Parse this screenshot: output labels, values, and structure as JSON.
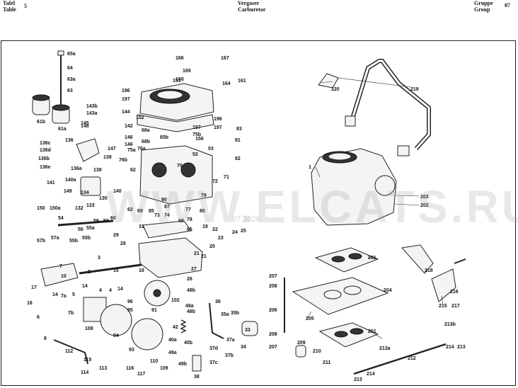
{
  "header": {
    "left_line1": "Tafel",
    "left_line2": "Table",
    "left_number": "5",
    "center_line1": "Vergaser",
    "center_line2": "Carburetor",
    "right_line1": "Gruppe",
    "right_line2": "Group",
    "right_number": "07"
  },
  "watermark": {
    "text": "WWW.ELCATS.RU",
    "date": "07.2026"
  },
  "callouts": [
    {
      "id": "65a",
      "text": "65a"
    },
    {
      "id": "64",
      "text": "64"
    },
    {
      "id": "63a",
      "text": "63a"
    },
    {
      "id": "63",
      "text": "63"
    },
    {
      "id": "61b",
      "text": "61b"
    },
    {
      "id": "61a",
      "text": "61a"
    },
    {
      "id": "143b",
      "text": "143b"
    },
    {
      "id": "143a",
      "text": "143a"
    },
    {
      "id": "144",
      "text": "144"
    },
    {
      "id": "145",
      "text": "145"
    },
    {
      "id": "148",
      "text": "148"
    },
    {
      "id": "142",
      "text": "142"
    },
    {
      "id": "196a",
      "text": "196"
    },
    {
      "id": "197a",
      "text": "197"
    },
    {
      "id": "151",
      "text": "151"
    },
    {
      "id": "152",
      "text": "152"
    },
    {
      "id": "166",
      "text": "166"
    },
    {
      "id": "167",
      "text": "167"
    },
    {
      "id": "169",
      "text": "169"
    },
    {
      "id": "168",
      "text": "168"
    },
    {
      "id": "164",
      "text": "164"
    },
    {
      "id": "161",
      "text": "161"
    },
    {
      "id": "196b",
      "text": "196"
    },
    {
      "id": "197b",
      "text": "197"
    },
    {
      "id": "157",
      "text": "157"
    },
    {
      "id": "83",
      "text": "83"
    },
    {
      "id": "68a",
      "text": "68a"
    },
    {
      "id": "65b",
      "text": "65b"
    },
    {
      "id": "75b",
      "text": "75b"
    },
    {
      "id": "156",
      "text": "156"
    },
    {
      "id": "81",
      "text": "81"
    },
    {
      "id": "68b",
      "text": "68b"
    },
    {
      "id": "76a",
      "text": "76a"
    },
    {
      "id": "53",
      "text": "53"
    },
    {
      "id": "82",
      "text": "82"
    },
    {
      "id": "146a",
      "text": "146"
    },
    {
      "id": "146b",
      "text": "146"
    },
    {
      "id": "75a",
      "text": "75a"
    },
    {
      "id": "147",
      "text": "147"
    },
    {
      "id": "136c",
      "text": "136c"
    },
    {
      "id": "136d",
      "text": "136d"
    },
    {
      "id": "136b",
      "text": "136b"
    },
    {
      "id": "136",
      "text": "136"
    },
    {
      "id": "136e",
      "text": "136e"
    },
    {
      "id": "136a",
      "text": "136a"
    },
    {
      "id": "138",
      "text": "138"
    },
    {
      "id": "139",
      "text": "139"
    },
    {
      "id": "76b",
      "text": "76b"
    },
    {
      "id": "52",
      "text": "52"
    },
    {
      "id": "70",
      "text": "70"
    },
    {
      "id": "62a",
      "text": "62"
    },
    {
      "id": "71",
      "text": "71"
    },
    {
      "id": "72",
      "text": "72"
    },
    {
      "id": "141",
      "text": "141"
    },
    {
      "id": "140a",
      "text": "140a"
    },
    {
      "id": "140",
      "text": "140"
    },
    {
      "id": "149",
      "text": "149"
    },
    {
      "id": "134",
      "text": "134"
    },
    {
      "id": "130",
      "text": "130"
    },
    {
      "id": "132",
      "text": "132"
    },
    {
      "id": "133",
      "text": "133"
    },
    {
      "id": "150",
      "text": "150"
    },
    {
      "id": "150a",
      "text": "150a"
    },
    {
      "id": "90",
      "text": "90"
    },
    {
      "id": "87",
      "text": "87"
    },
    {
      "id": "62b",
      "text": "62"
    },
    {
      "id": "69",
      "text": "69"
    },
    {
      "id": "85",
      "text": "85"
    },
    {
      "id": "73",
      "text": "73"
    },
    {
      "id": "74",
      "text": "74"
    },
    {
      "id": "79",
      "text": "79"
    },
    {
      "id": "77",
      "text": "77"
    },
    {
      "id": "78",
      "text": "78"
    },
    {
      "id": "80",
      "text": "80"
    },
    {
      "id": "54",
      "text": "54"
    },
    {
      "id": "59",
      "text": "59"
    },
    {
      "id": "60",
      "text": "60"
    },
    {
      "id": "58",
      "text": "58"
    },
    {
      "id": "55a",
      "text": "55a"
    },
    {
      "id": "56",
      "text": "56"
    },
    {
      "id": "57a",
      "text": "57a"
    },
    {
      "id": "55b1",
      "text": "55b"
    },
    {
      "id": "55b2",
      "text": "55b"
    },
    {
      "id": "57b",
      "text": "57b"
    },
    {
      "id": "31",
      "text": "31"
    },
    {
      "id": "68",
      "text": "68"
    },
    {
      "id": "66",
      "text": "66"
    },
    {
      "id": "19",
      "text": "19"
    },
    {
      "id": "22",
      "text": "22"
    },
    {
      "id": "24",
      "text": "24"
    },
    {
      "id": "25",
      "text": "25"
    },
    {
      "id": "23",
      "text": "23"
    },
    {
      "id": "20",
      "text": "20"
    },
    {
      "id": "29",
      "text": "29"
    },
    {
      "id": "28",
      "text": "28"
    },
    {
      "id": "21a",
      "text": "21"
    },
    {
      "id": "21b",
      "text": "21"
    },
    {
      "id": "3",
      "text": "3"
    },
    {
      "id": "2",
      "text": "2"
    },
    {
      "id": "15",
      "text": "15"
    },
    {
      "id": "18",
      "text": "18"
    },
    {
      "id": "27",
      "text": "27"
    },
    {
      "id": "26",
      "text": "26"
    },
    {
      "id": "7",
      "text": "7"
    },
    {
      "id": "10",
      "text": "10"
    },
    {
      "id": "5",
      "text": "5"
    },
    {
      "id": "14a",
      "text": "14"
    },
    {
      "id": "4a",
      "text": "4"
    },
    {
      "id": "4b",
      "text": "4"
    },
    {
      "id": "14b",
      "text": "14"
    },
    {
      "id": "17",
      "text": "17"
    },
    {
      "id": "16",
      "text": "16"
    },
    {
      "id": "14c",
      "text": "14"
    },
    {
      "id": "7a",
      "text": "7a"
    },
    {
      "id": "6",
      "text": "6"
    },
    {
      "id": "7b",
      "text": "7b"
    },
    {
      "id": "102",
      "text": "102"
    },
    {
      "id": "48b",
      "text": "48b"
    },
    {
      "id": "36",
      "text": "36"
    },
    {
      "id": "48a",
      "text": "48a"
    },
    {
      "id": "48b2",
      "text": "48b"
    },
    {
      "id": "35a",
      "text": "35a"
    },
    {
      "id": "35b",
      "text": "35b"
    },
    {
      "id": "96",
      "text": "96"
    },
    {
      "id": "95",
      "text": "95"
    },
    {
      "id": "91",
      "text": "91"
    },
    {
      "id": "108",
      "text": "108"
    },
    {
      "id": "94",
      "text": "94"
    },
    {
      "id": "42",
      "text": "42"
    },
    {
      "id": "37a",
      "text": "37a"
    },
    {
      "id": "33",
      "text": "33"
    },
    {
      "id": "34",
      "text": "34"
    },
    {
      "id": "8",
      "text": "8"
    },
    {
      "id": "93",
      "text": "93"
    },
    {
      "id": "40a",
      "text": "40a"
    },
    {
      "id": "40b",
      "text": "40b"
    },
    {
      "id": "37d",
      "text": "37d"
    },
    {
      "id": "37c",
      "text": "37c"
    },
    {
      "id": "37b",
      "text": "37b"
    },
    {
      "id": "112",
      "text": "112"
    },
    {
      "id": "115",
      "text": "115"
    },
    {
      "id": "113",
      "text": "113"
    },
    {
      "id": "114",
      "text": "114"
    },
    {
      "id": "116",
      "text": "116"
    },
    {
      "id": "117",
      "text": "117"
    },
    {
      "id": "110",
      "text": "110"
    },
    {
      "id": "109",
      "text": "109"
    },
    {
      "id": "49a",
      "text": "49a"
    },
    {
      "id": "49b",
      "text": "49b"
    },
    {
      "id": "38",
      "text": "38"
    },
    {
      "id": "220",
      "text": "220"
    },
    {
      "id": "219",
      "text": "219"
    },
    {
      "id": "1",
      "text": "1"
    },
    {
      "id": "203",
      "text": "203"
    },
    {
      "id": "202",
      "text": "202"
    },
    {
      "id": "201a",
      "text": "201"
    },
    {
      "id": "218",
      "text": "218"
    },
    {
      "id": "207a",
      "text": "207"
    },
    {
      "id": "208a",
      "text": "208"
    },
    {
      "id": "204",
      "text": "204"
    },
    {
      "id": "206",
      "text": "206"
    },
    {
      "id": "205",
      "text": "205"
    },
    {
      "id": "216",
      "text": "216"
    },
    {
      "id": "217",
      "text": "217"
    },
    {
      "id": "215",
      "text": "215"
    },
    {
      "id": "201b",
      "text": "201"
    },
    {
      "id": "213b",
      "text": "213b"
    },
    {
      "id": "208b",
      "text": "208"
    },
    {
      "id": "207b",
      "text": "207"
    },
    {
      "id": "209",
      "text": "209"
    },
    {
      "id": "210",
      "text": "210"
    },
    {
      "id": "211",
      "text": "211"
    },
    {
      "id": "213a",
      "text": "213a"
    },
    {
      "id": "214a",
      "text": "214"
    },
    {
      "id": "213c",
      "text": "213"
    },
    {
      "id": "212",
      "text": "212"
    },
    {
      "id": "214b",
      "text": "214"
    },
    {
      "id": "213d",
      "text": "213"
    }
  ]
}
